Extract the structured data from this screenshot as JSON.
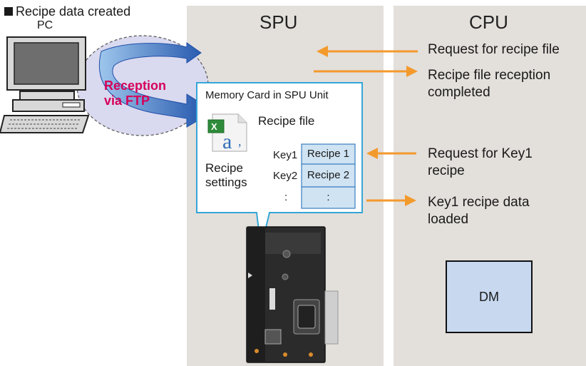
{
  "header": {
    "label": "Recipe data created",
    "pc_label": "PC"
  },
  "spu": {
    "title": "SPU"
  },
  "cpu": {
    "title": "CPU",
    "memory_area": "DM"
  },
  "transfer": {
    "line1": "Reception",
    "line2": "via FTP"
  },
  "memory_card": {
    "title": "Memory Card in SPU Unit",
    "file_label": "Recipe file",
    "settings_label_1": "Recipe",
    "settings_label_2": "settings",
    "rows": [
      {
        "key": "Key1",
        "value": "Recipe 1"
      },
      {
        "key": "Key2",
        "value": "Recipe 2"
      },
      {
        "key": ":",
        "value": ":"
      }
    ]
  },
  "messages": {
    "request_file": "Request for recipe file",
    "reception_completed_1": "Recipe file reception",
    "reception_completed_2": "completed",
    "request_key1_1": "Request for Key1",
    "request_key1_2": "recipe",
    "key1_loaded_1": "Key1 recipe data",
    "key1_loaded_2": "loaded"
  },
  "colors": {
    "panel": "#e3dfdb",
    "arrow": "#f39a2c",
    "ftp_text": "#d6005a",
    "cloud": "#d9d9ef",
    "table_cell": "#cfe3f3",
    "callout_border": "#35a6d8",
    "blue_arrow": "#1f4fa8"
  },
  "icons": [
    "computer-icon",
    "excel-file-icon",
    "spu-unit-device"
  ]
}
